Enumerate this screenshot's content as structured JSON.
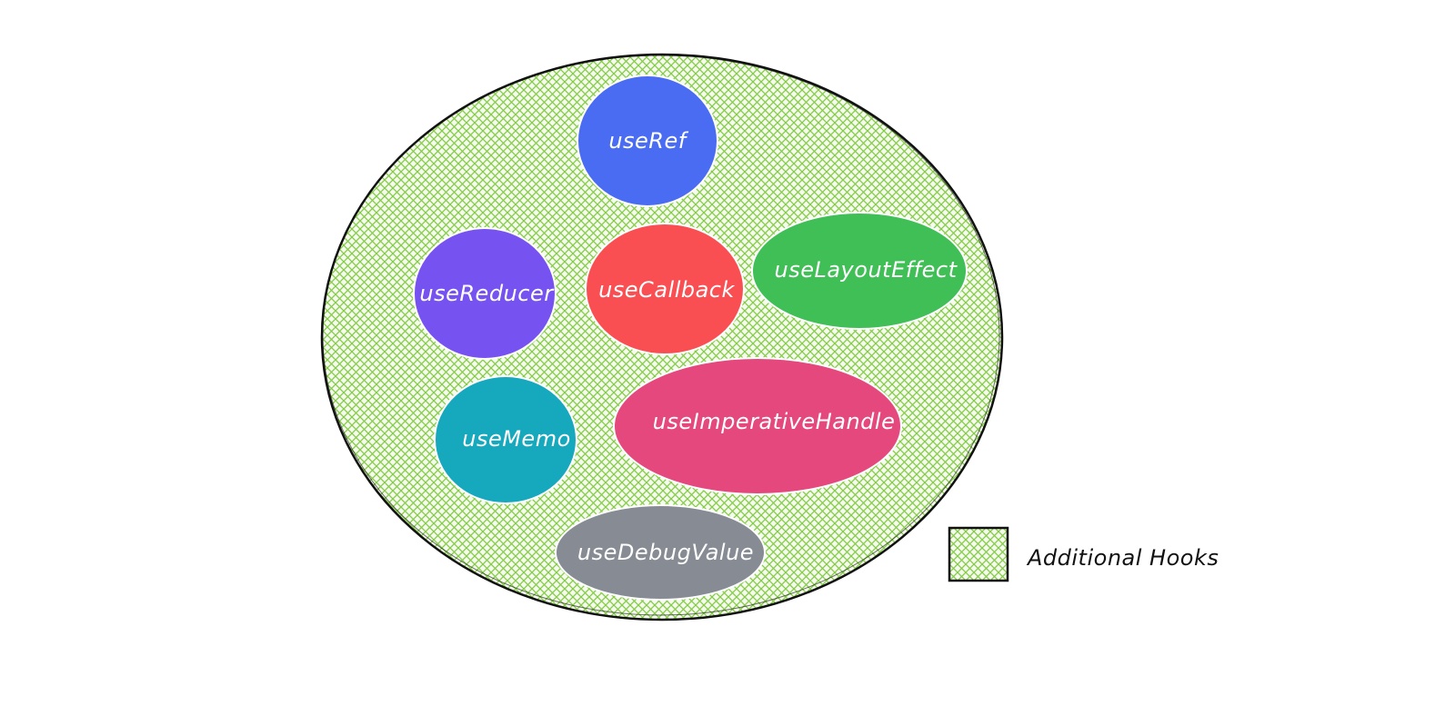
{
  "container": {
    "fill_color": "#8fd14f",
    "stroke_color": "#111111"
  },
  "hooks": [
    {
      "id": "useRef",
      "label": "useRef",
      "color": "#4a6cf2"
    },
    {
      "id": "useReducer",
      "label": "useReducer",
      "color": "#7653f0"
    },
    {
      "id": "useCallback",
      "label": "useCallback",
      "color": "#fa4f52"
    },
    {
      "id": "useLayoutEffect",
      "label": "useLayoutEffect",
      "color": "#3fbf55"
    },
    {
      "id": "useMemo",
      "label": "useMemo",
      "color": "#16a8bd"
    },
    {
      "id": "useImperativeHandle",
      "label": "useImperativeHandle",
      "color": "#e5487d"
    },
    {
      "id": "useDebugValue",
      "label": "useDebugValue",
      "color": "#868b94"
    }
  ],
  "legend": {
    "label": "Additional Hooks",
    "swatch_color": "#8fd14f"
  }
}
